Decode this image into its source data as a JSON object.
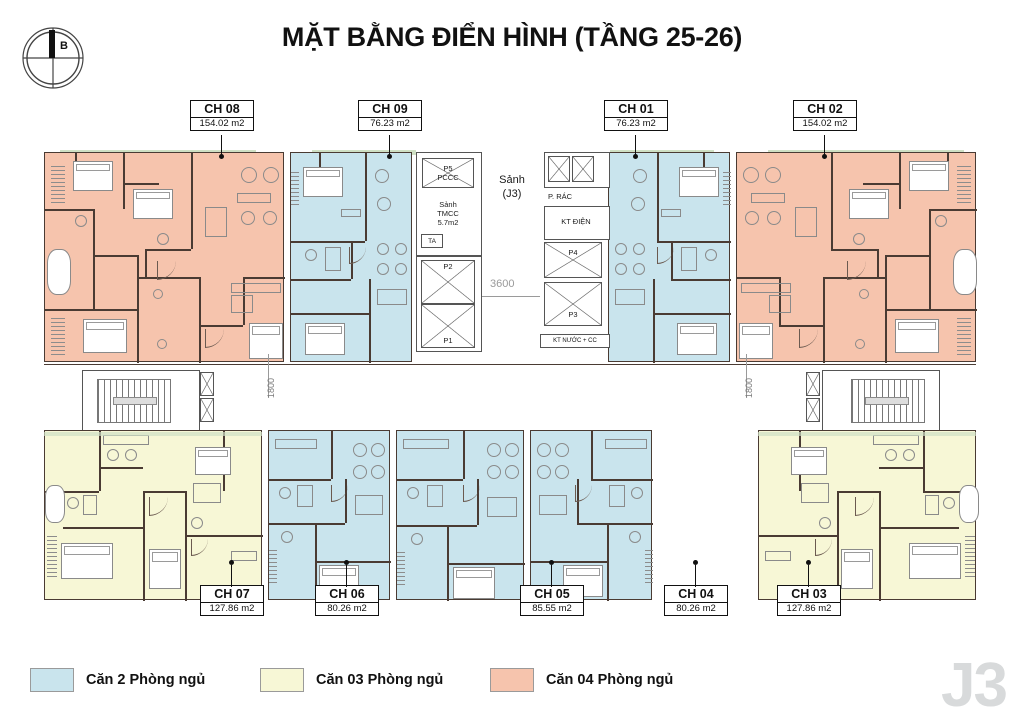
{
  "title": "MẶT BẰNG ĐIỂN HÌNH (TẦNG 25-26)",
  "compass": {
    "north_label": "B",
    "icon": "compass-north-icon"
  },
  "watermark": "J3",
  "units": [
    {
      "code": "CH 08",
      "area": "154.02 m2",
      "type": "pink"
    },
    {
      "code": "CH 09",
      "area": "76.23 m2",
      "type": "blue"
    },
    {
      "code": "CH 01",
      "area": "76.23 m2",
      "type": "blue"
    },
    {
      "code": "CH 02",
      "area": "154.02 m2",
      "type": "pink"
    },
    {
      "code": "CH 07",
      "area": "127.86 m2",
      "type": "yellow"
    },
    {
      "code": "CH 06",
      "area": "80.26 m2",
      "type": "blue"
    },
    {
      "code": "CH 05",
      "area": "85.55 m2",
      "type": "blue"
    },
    {
      "code": "CH 04",
      "area": "80.26 m2",
      "type": "blue"
    },
    {
      "code": "CH 03",
      "area": "127.86 m2",
      "type": "yellow"
    }
  ],
  "core": {
    "lobby": "Sảnh",
    "lobby_sub": "(J3)",
    "rooms": [
      {
        "label": "P5",
        "sub": "PCCC"
      },
      {
        "label": "Sảnh",
        "sub": "TMCC",
        "area": "5.7m2"
      },
      {
        "label": "TA"
      },
      {
        "label": "P2"
      },
      {
        "label": "P1"
      },
      {
        "label": "P. RÁC"
      },
      {
        "label": "KT ĐIỆN"
      },
      {
        "label": "P4"
      },
      {
        "label": "P3"
      },
      {
        "label": "KT NƯỚC + CC"
      }
    ],
    "corridor_dim": "3600"
  },
  "dimensions": {
    "left_vertical": "1800",
    "right_vertical": "1800"
  },
  "legend": {
    "items": [
      {
        "label": "Căn 2 Phòng ngủ",
        "color": "#c9e4ed"
      },
      {
        "label": "Căn 03 Phòng ngủ",
        "color": "#f7f7d6"
      },
      {
        "label": "Căn 04 Phòng ngủ",
        "color": "#f6c4ad"
      }
    ]
  },
  "colors": {
    "pink": "#f6c4ad",
    "blue": "#c9e4ed",
    "yellow": "#f7f7d6",
    "wall": "#4a3b33",
    "watermark": "#d8dadb"
  }
}
